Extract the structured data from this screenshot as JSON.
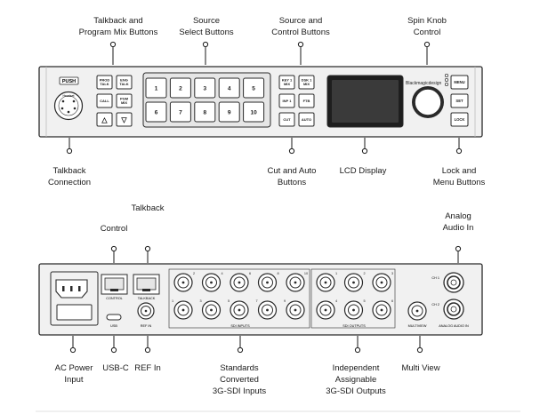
{
  "front_panel": {
    "callouts": {
      "talkback_program": "Talkback and\nProgram Mix Buttons",
      "source_select": "Source\nSelect Buttons",
      "source_control": "Source and\nControl  Buttons",
      "spin_knob": "Spin Knob\nControl",
      "talkback_connection": "Talkback\nConnection",
      "cut_auto": "Cut and Auto\nButtons",
      "lcd_display": "LCD Display",
      "lock_menu": "Lock and\nMenu Buttons"
    },
    "push_label": "PUSH",
    "xlr_label": "Headset",
    "talk_buttons": [
      "PROD\nTALK",
      "ENG\nTALK",
      "CALL",
      "PGM\nMIX",
      "△",
      "▽"
    ],
    "source_buttons": [
      "1",
      "2",
      "3",
      "4",
      "5",
      "6",
      "7",
      "8",
      "9",
      "10"
    ],
    "control_buttons": [
      "KEY 1\nMIX",
      "DSK 1\nMIX",
      "INP 1",
      "FTB",
      "CUT",
      "AUTO"
    ],
    "brand": "Blackmagicdesign",
    "side_buttons": [
      "MENU",
      "SET",
      "LOCK"
    ]
  },
  "rear_panel": {
    "callouts": {
      "control": "Control",
      "talkback": "Talkback",
      "analog_audio": "Analog\nAudio In",
      "ac_power": "AC Power\nInput",
      "usb_c": "USB-C",
      "ref_in": "REF In",
      "sdi_inputs": "Standards\nConverted\n3G-SDI Inputs",
      "sdi_outputs": "Independent\nAssignable\n3G-SDI Outputs",
      "multi_view": "Multi View"
    },
    "port_labels": {
      "control": "CONTROL",
      "talkback": "TALKBACK",
      "usb": "USB",
      "ref": "REF IN",
      "sdi_inputs": "SDI INPUTS",
      "sdi_outputs": "SDI OUTPUTS",
      "multiview": "MULTIVIEW",
      "analog": "ANALOG AUDIO IN",
      "ch1": "CH 1",
      "ch2": "CH 2"
    },
    "sdi_input_numbers_top": [
      "2",
      "4",
      "6",
      "8",
      "10"
    ],
    "sdi_input_numbers_bottom": [
      "1",
      "3",
      "5",
      "7",
      "9"
    ],
    "sdi_output_numbers_top": [
      "1",
      "2",
      "3"
    ],
    "sdi_output_numbers_bottom": [
      "4",
      "5",
      "6"
    ]
  },
  "colors": {
    "panel": "#f1f1f1",
    "panel_edge": "#2a2a2a",
    "lcd": "#1e1e1e",
    "lcd_glass": "#3a3a3a"
  }
}
